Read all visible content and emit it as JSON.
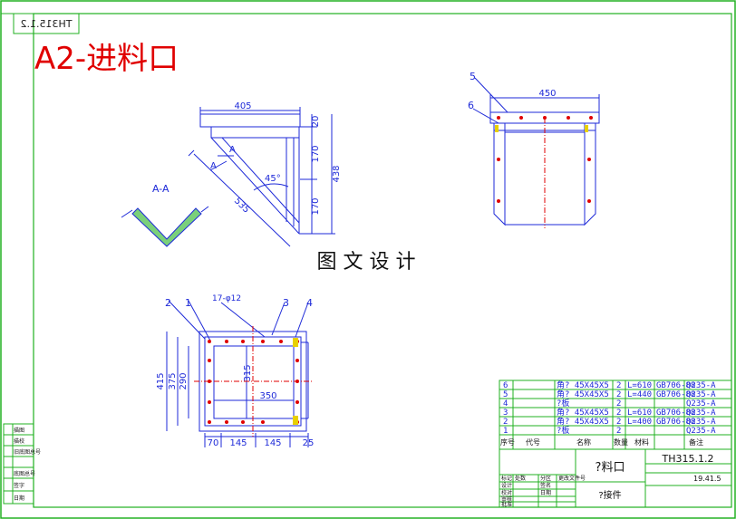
{
  "sheet": {
    "title": "A2-进料口",
    "code_mirrored": "TH315.1.2",
    "watermark": "图 文 设 计"
  },
  "view_top": {
    "label_5": "5",
    "label_6": "6",
    "dim_450": "450"
  },
  "view_side": {
    "dim_405": "405",
    "dim_20": "20",
    "dim_170a": "170",
    "dim_170b": "170",
    "dim_438": "438",
    "dim_45deg": "45°",
    "dim_535": "535",
    "section_label": "A-A",
    "arrow_a1": "A",
    "arrow_a2": "A"
  },
  "view_bottom": {
    "label_1": "1",
    "label_2": "2",
    "label_3": "3",
    "label_4": "4",
    "holes": "17-φ12",
    "dim_415": "415",
    "dim_375": "375",
    "dim_290": "290",
    "dim_315": "315",
    "dim_350": "350",
    "dim_70": "70",
    "dim_145a": "145",
    "dim_145b": "145",
    "dim_25": "25"
  },
  "bom": {
    "rows": [
      {
        "no": "6",
        "name": "角? 45X45X5",
        "len": "L=610",
        "std": "GB706-88",
        "qty": "2",
        "mat": "Q235-A"
      },
      {
        "no": "5",
        "name": "角? 45X45X5",
        "len": "L=440",
        "std": "GB706-88",
        "qty": "2",
        "mat": "Q235-A"
      },
      {
        "no": "4",
        "name": "?板",
        "len": "",
        "std": "",
        "qty": "2",
        "mat": "Q235-A"
      },
      {
        "no": "3",
        "name": "角? 45X45X5",
        "len": "L=610",
        "std": "GB706-88",
        "qty": "2",
        "mat": "Q235-A"
      },
      {
        "no": "2",
        "name": "角? 45X45X5",
        "len": "L=400",
        "std": "GB706-88",
        "qty": "2",
        "mat": "Q235-A"
      },
      {
        "no": "1",
        "name": "?板",
        "len": "",
        "std": "",
        "qty": "2",
        "mat": "Q235-A"
      }
    ],
    "header": {
      "no": "序号",
      "code": "代号",
      "name": "名称",
      "qty": "数量",
      "mat": "材料",
      "note": "备注"
    }
  },
  "title_block": {
    "drawing_no": "TH315.1.2",
    "part_name": "?料口",
    "sub_name": "?接件",
    "small_text": "19.41.5",
    "left_labels": [
      "设计",
      "校对",
      "审核",
      "批准"
    ],
    "mid_labels": [
      "标记",
      "处数",
      "分区",
      "更改文件号",
      "签名",
      "日期"
    ]
  },
  "left_strip": {
    "labels": [
      "描图",
      "描校",
      "旧底图总号",
      "底图总号",
      "签字",
      "日期"
    ]
  }
}
